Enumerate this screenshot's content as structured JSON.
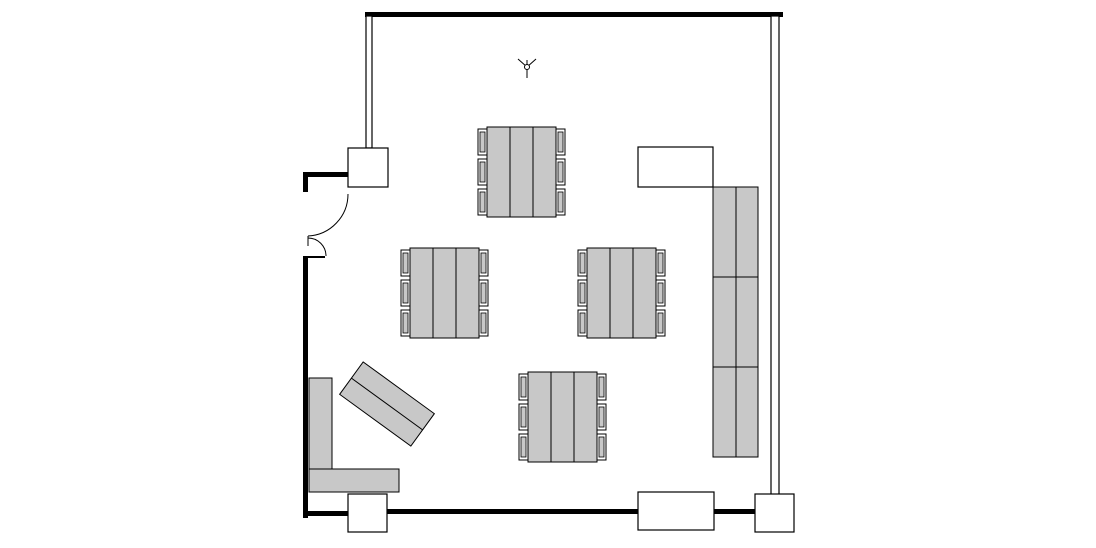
{
  "colors": {
    "wall": "#000000",
    "furniture_fill": "#c8c8c8",
    "outline": "#000000",
    "background": "#ffffff"
  },
  "diagram": {
    "type": "floor-plan",
    "elements": [
      "exterior-walls",
      "entry-door",
      "presenter-figure",
      "table-cluster-top",
      "table-cluster-left",
      "table-cluster-right",
      "table-cluster-bottom",
      "long-counter-right",
      "angled-counter-lower-left",
      "l-counter-lower-left",
      "structural-columns",
      "cabinets"
    ]
  }
}
